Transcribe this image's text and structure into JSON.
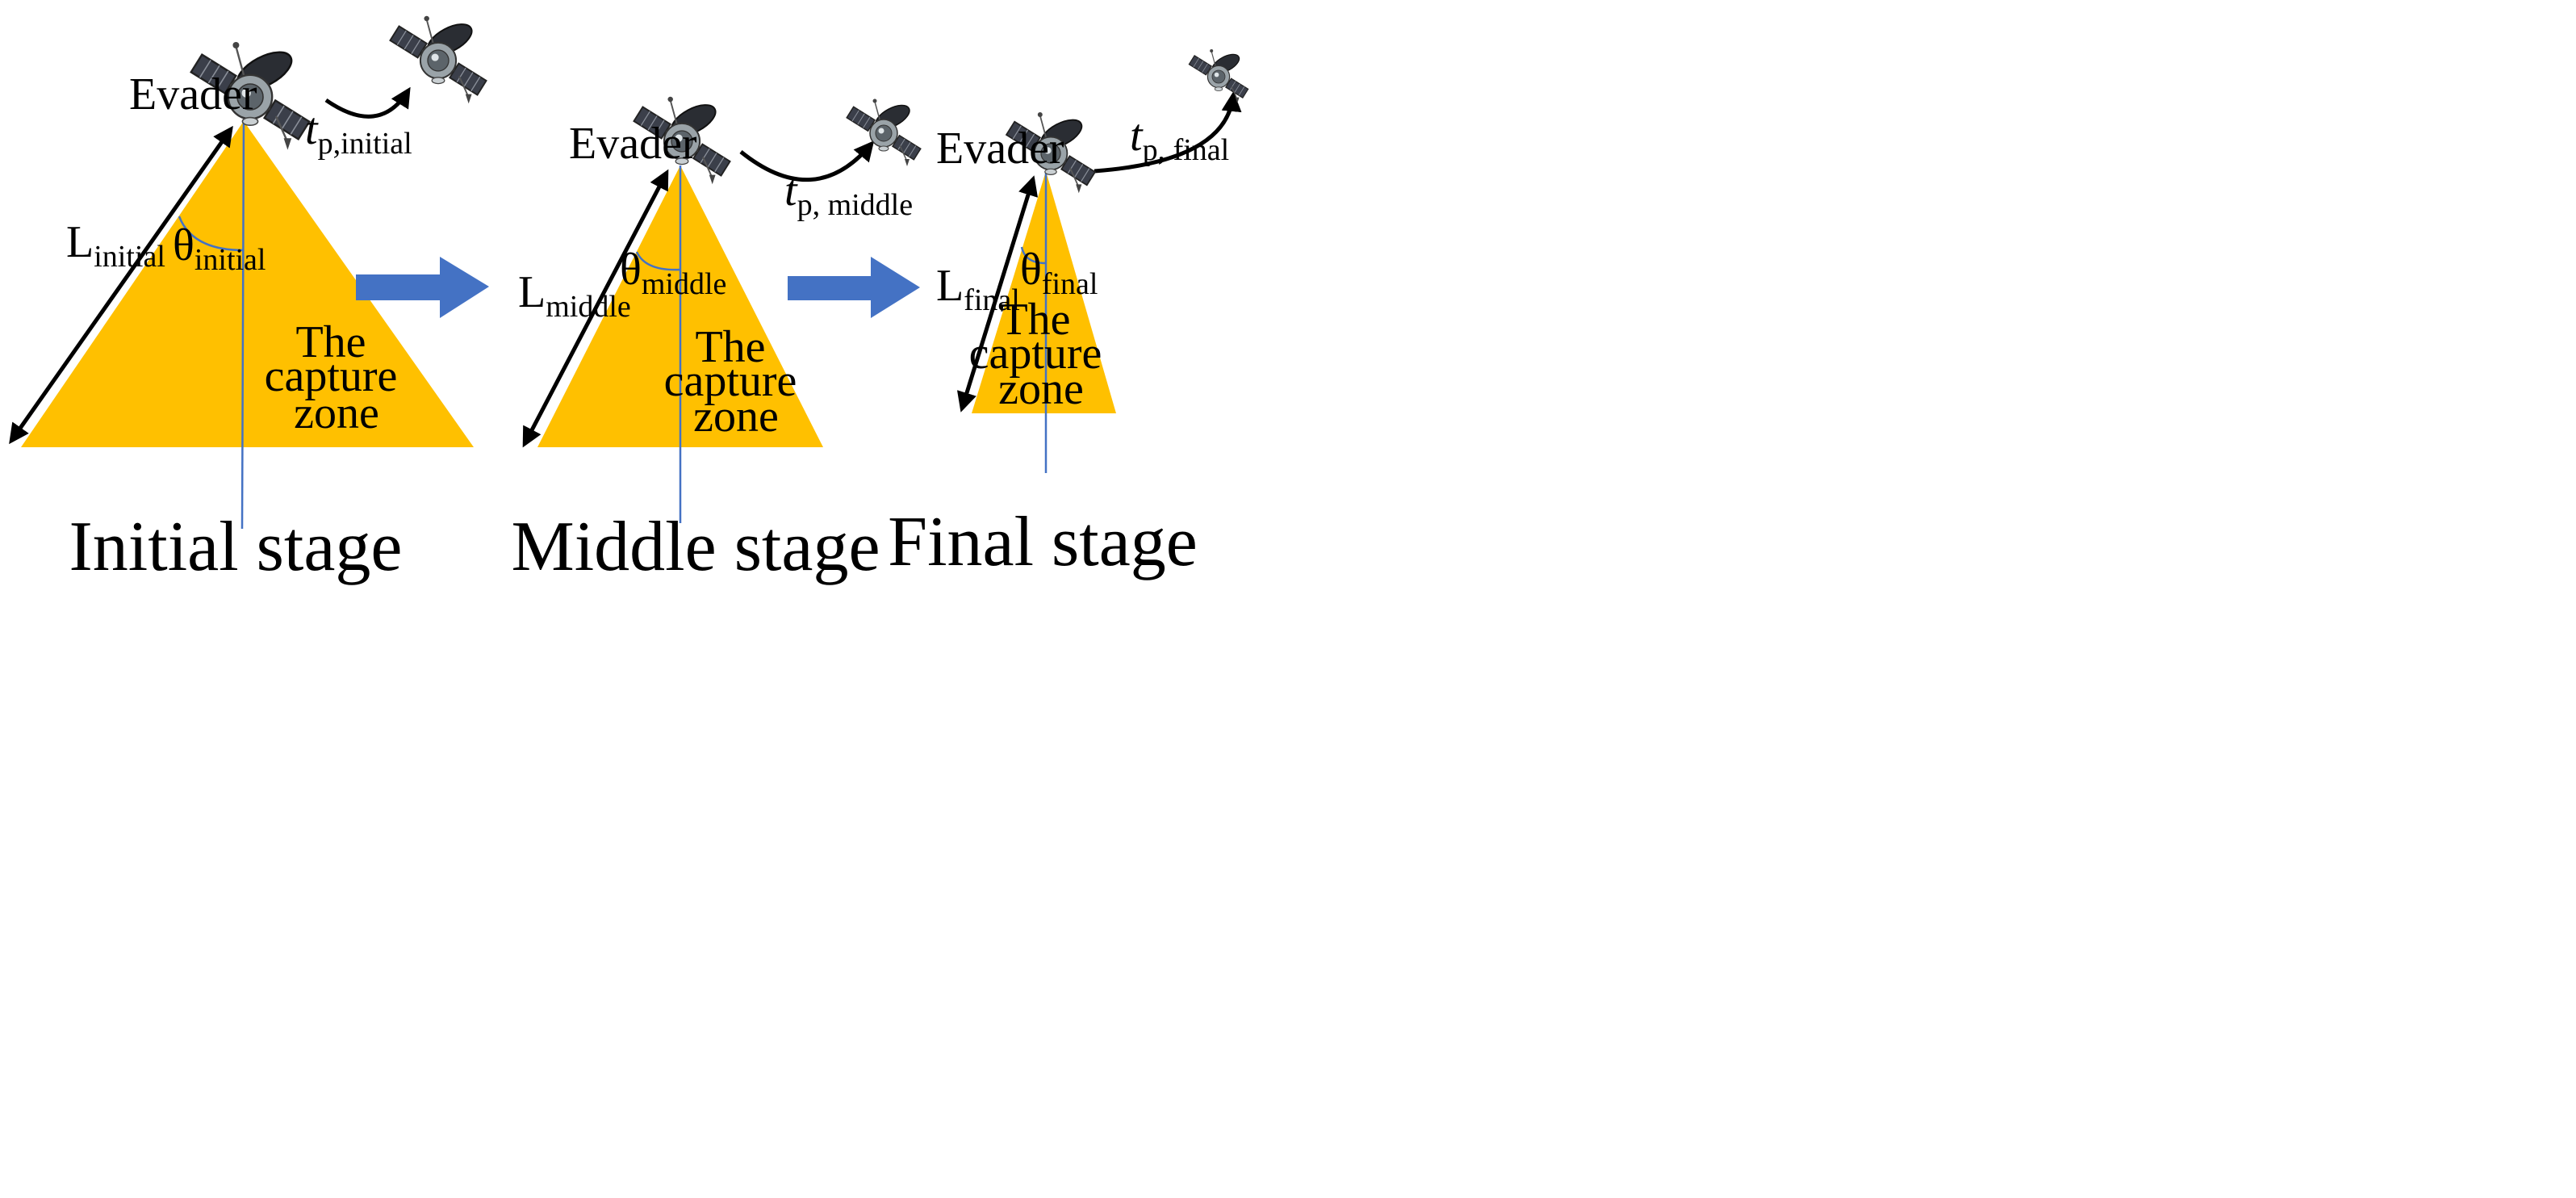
{
  "stages": [
    {
      "evader_label": "Evader",
      "t_label": "t",
      "t_sub": "p,initial",
      "L_label": "L",
      "L_sub": "initial",
      "theta_label": "θ",
      "theta_sub": "initial",
      "zone_lines": [
        "The",
        "capture",
        "zone"
      ],
      "stage_label": "Initial stage"
    },
    {
      "evader_label": "Evader",
      "t_label": "t",
      "t_sub": "p, middle",
      "L_label": "L",
      "L_sub": "middle",
      "theta_label": "θ",
      "theta_sub": "middle",
      "zone_lines": [
        "The",
        "capture",
        "zone"
      ],
      "stage_label": "Middle stage"
    },
    {
      "evader_label": "Evader",
      "t_label": "t",
      "t_sub": "p, final",
      "L_label": "L",
      "L_sub": "final",
      "theta_label": "θ",
      "theta_sub": "final",
      "zone_lines": [
        "The",
        "capture",
        "zone"
      ],
      "stage_label": "Final stage"
    }
  ],
  "colors": {
    "capture_zone": "#FFC000",
    "axis_line": "#4472C4",
    "block_arrow": "#4472C4",
    "angle_arc": "#4472C4",
    "arrows": "#000000"
  },
  "icons": [
    "satellite-icon"
  ]
}
